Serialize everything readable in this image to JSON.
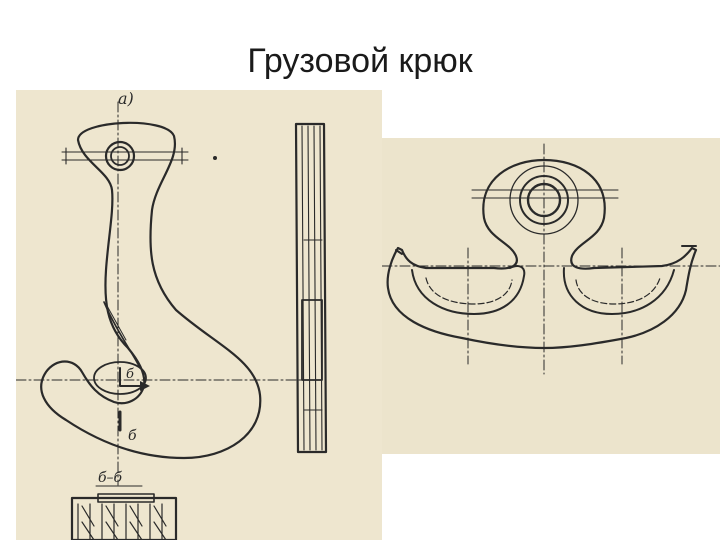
{
  "title": "Грузовой крюк",
  "left_drawing": {
    "view_label": "а)",
    "section_letter_top": "б",
    "section_letter_bottom": "б",
    "section_caption": "б–б"
  },
  "colors": {
    "paper_left": "#eee6cf",
    "paper_right": "#ece4cc",
    "ink": "#2a2a2a"
  }
}
